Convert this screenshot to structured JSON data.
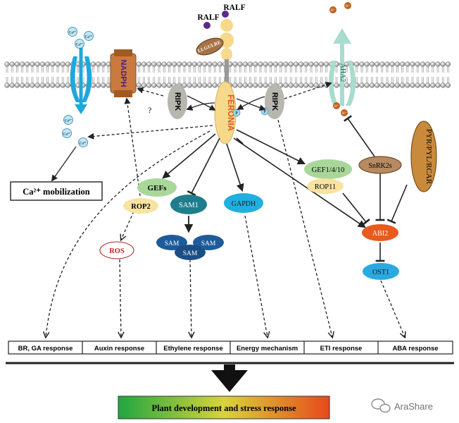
{
  "ligands": {
    "ralf_1": "RALF",
    "ralf_2": "RALF"
  },
  "receptor": {
    "feronia": "FERONIA",
    "llg": "LLG1/LRE"
  },
  "membrane_proteins": {
    "nadph": "NADPH",
    "aha2": "AHA2"
  },
  "kinases": {
    "ripk_left": "RIPK",
    "ripk_right": "RIPK"
  },
  "ions": {
    "ca": "Ca²⁺",
    "h": "H⁺",
    "p": "P"
  },
  "unknown_link": "?",
  "calcium": {
    "mobilization": "Ca²⁺ mobilization"
  },
  "nodes": {
    "gefs": "GEFs",
    "rop2": "ROP2",
    "ros": "ROS",
    "sam1": "SAM1",
    "sam": "SAM",
    "gapdh": "GAPDH",
    "gef1410": "GEF1/4/10",
    "rop11": "ROP11",
    "snrk2s": "SnRK2s",
    "pyr": "PYR/PYL/RCAR",
    "abi2": "ABI2",
    "ost1": "OST1"
  },
  "responses": [
    "BR, GA response",
    "Auxin response",
    "Ethylene response",
    "Energy mechanism",
    "ETI response",
    "ABA response"
  ],
  "outcome": "Plant development and stress response",
  "watermark": "AraShare",
  "colors": {
    "feronia": "#f6d98a",
    "calcium_channel": "#1fa7dd",
    "nadph": "#c97b3f",
    "aha2": "#a8dccd",
    "ripk": "#b7b7b0",
    "gef_green": "#a9d79a",
    "rop_yellow": "#f8e3a0",
    "sam_blue": "#1e5b9a",
    "gapdh_blue": "#22aee0",
    "sam1_teal": "#1f7d8c",
    "abi2_orange": "#e85a1e",
    "ost1_blue": "#2aa9e0",
    "snrk_brown": "#b78a60",
    "pyr_brown": "#c98a3c",
    "ralf_purple": "#5d2a8a"
  }
}
